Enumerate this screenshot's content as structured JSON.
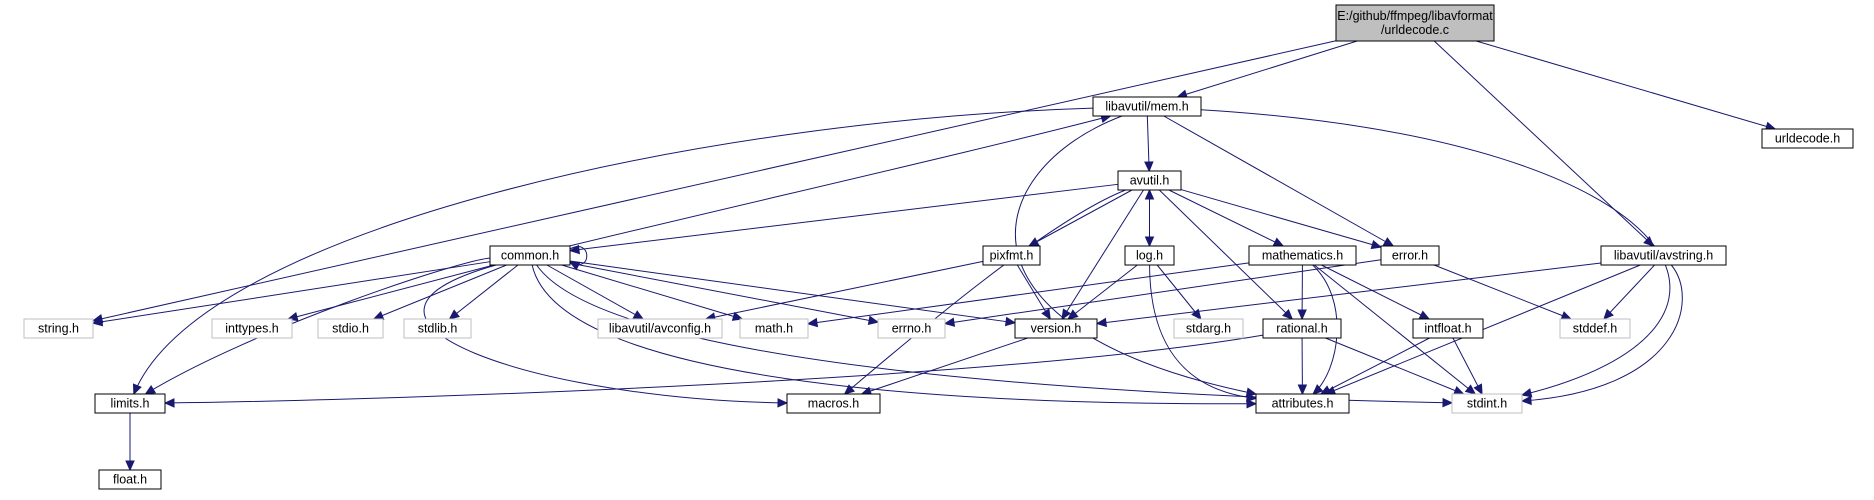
{
  "diagram": {
    "type": "include-dependency-graph",
    "colors": {
      "edge": "#191970",
      "root_fill": "#bfbfbf",
      "node_border": "#000000",
      "external_border": "#bfbfbf",
      "label": "#000000"
    },
    "nodes": [
      {
        "id": "root",
        "lines": [
          "E:/github/ffmpeg/libavformat",
          "/urldecode.c"
        ],
        "kind": "root"
      },
      {
        "id": "mem",
        "lines": [
          "libavutil/mem.h"
        ],
        "kind": "internal"
      },
      {
        "id": "urldecode_h",
        "lines": [
          "urldecode.h"
        ],
        "kind": "internal"
      },
      {
        "id": "avstring",
        "lines": [
          "libavutil/avstring.h"
        ],
        "kind": "internal"
      },
      {
        "id": "avutil",
        "lines": [
          "avutil.h"
        ],
        "kind": "internal"
      },
      {
        "id": "common",
        "lines": [
          "common.h"
        ],
        "kind": "internal"
      },
      {
        "id": "pixfmt",
        "lines": [
          "pixfmt.h"
        ],
        "kind": "internal"
      },
      {
        "id": "log",
        "lines": [
          "log.h"
        ],
        "kind": "internal"
      },
      {
        "id": "mathematics",
        "lines": [
          "mathematics.h"
        ],
        "kind": "internal"
      },
      {
        "id": "error",
        "lines": [
          "error.h"
        ],
        "kind": "internal"
      },
      {
        "id": "string_h",
        "lines": [
          "string.h"
        ],
        "kind": "external"
      },
      {
        "id": "inttypes",
        "lines": [
          "inttypes.h"
        ],
        "kind": "external"
      },
      {
        "id": "stdio",
        "lines": [
          "stdio.h"
        ],
        "kind": "external"
      },
      {
        "id": "stdlib",
        "lines": [
          "stdlib.h"
        ],
        "kind": "external"
      },
      {
        "id": "avconfig",
        "lines": [
          "libavutil/avconfig.h"
        ],
        "kind": "external"
      },
      {
        "id": "math_h",
        "lines": [
          "math.h"
        ],
        "kind": "external"
      },
      {
        "id": "errno_h",
        "lines": [
          "errno.h"
        ],
        "kind": "external"
      },
      {
        "id": "version",
        "lines": [
          "version.h"
        ],
        "kind": "internal"
      },
      {
        "id": "stdarg",
        "lines": [
          "stdarg.h"
        ],
        "kind": "external"
      },
      {
        "id": "rational",
        "lines": [
          "rational.h"
        ],
        "kind": "internal"
      },
      {
        "id": "intfloat",
        "lines": [
          "intfloat.h"
        ],
        "kind": "internal"
      },
      {
        "id": "stddef",
        "lines": [
          "stddef.h"
        ],
        "kind": "external"
      },
      {
        "id": "limits",
        "lines": [
          "limits.h"
        ],
        "kind": "internal"
      },
      {
        "id": "macros",
        "lines": [
          "macros.h"
        ],
        "kind": "internal"
      },
      {
        "id": "attributes",
        "lines": [
          "attributes.h"
        ],
        "kind": "internal"
      },
      {
        "id": "stdint",
        "lines": [
          "stdint.h"
        ],
        "kind": "external"
      },
      {
        "id": "float_h",
        "lines": [
          "float.h"
        ],
        "kind": "internal"
      }
    ],
    "edges": [
      [
        "root",
        "mem"
      ],
      [
        "root",
        "string_h"
      ],
      [
        "root",
        "avstring"
      ],
      [
        "root",
        "urldecode_h"
      ],
      [
        "mem",
        "avutil"
      ],
      [
        "mem",
        "error"
      ],
      [
        "mem",
        "limits"
      ],
      [
        "mem",
        "attributes"
      ],
      [
        "mem",
        "stdint"
      ],
      [
        "avutil",
        "common"
      ],
      [
        "avutil",
        "pixfmt"
      ],
      [
        "avutil",
        "log"
      ],
      [
        "avutil",
        "mathematics"
      ],
      [
        "avutil",
        "error"
      ],
      [
        "avutil",
        "version"
      ],
      [
        "avutil",
        "macros"
      ],
      [
        "avutil",
        "rational"
      ],
      [
        "common",
        "common"
      ],
      [
        "common",
        "mem"
      ],
      [
        "common",
        "string_h"
      ],
      [
        "common",
        "inttypes"
      ],
      [
        "common",
        "stdio"
      ],
      [
        "common",
        "stdlib"
      ],
      [
        "common",
        "avconfig"
      ],
      [
        "common",
        "math_h"
      ],
      [
        "common",
        "errno_h"
      ],
      [
        "common",
        "version"
      ],
      [
        "common",
        "limits"
      ],
      [
        "common",
        "macros"
      ],
      [
        "common",
        "attributes"
      ],
      [
        "common",
        "stdint"
      ],
      [
        "pixfmt",
        "avconfig"
      ],
      [
        "pixfmt",
        "version"
      ],
      [
        "log",
        "avutil"
      ],
      [
        "log",
        "version"
      ],
      [
        "log",
        "stdarg"
      ],
      [
        "log",
        "attributes"
      ],
      [
        "mathematics",
        "math_h"
      ],
      [
        "mathematics",
        "rational"
      ],
      [
        "mathematics",
        "intfloat"
      ],
      [
        "mathematics",
        "attributes"
      ],
      [
        "mathematics",
        "stdint"
      ],
      [
        "error",
        "errno_h"
      ],
      [
        "error",
        "stddef"
      ],
      [
        "avstring",
        "version"
      ],
      [
        "avstring",
        "stddef"
      ],
      [
        "avstring",
        "attributes"
      ],
      [
        "avstring",
        "stdint"
      ],
      [
        "version",
        "macros"
      ],
      [
        "rational",
        "limits"
      ],
      [
        "rational",
        "attributes"
      ],
      [
        "rational",
        "stdint"
      ],
      [
        "intfloat",
        "attributes"
      ],
      [
        "intfloat",
        "stdint"
      ],
      [
        "limits",
        "float_h"
      ]
    ]
  }
}
